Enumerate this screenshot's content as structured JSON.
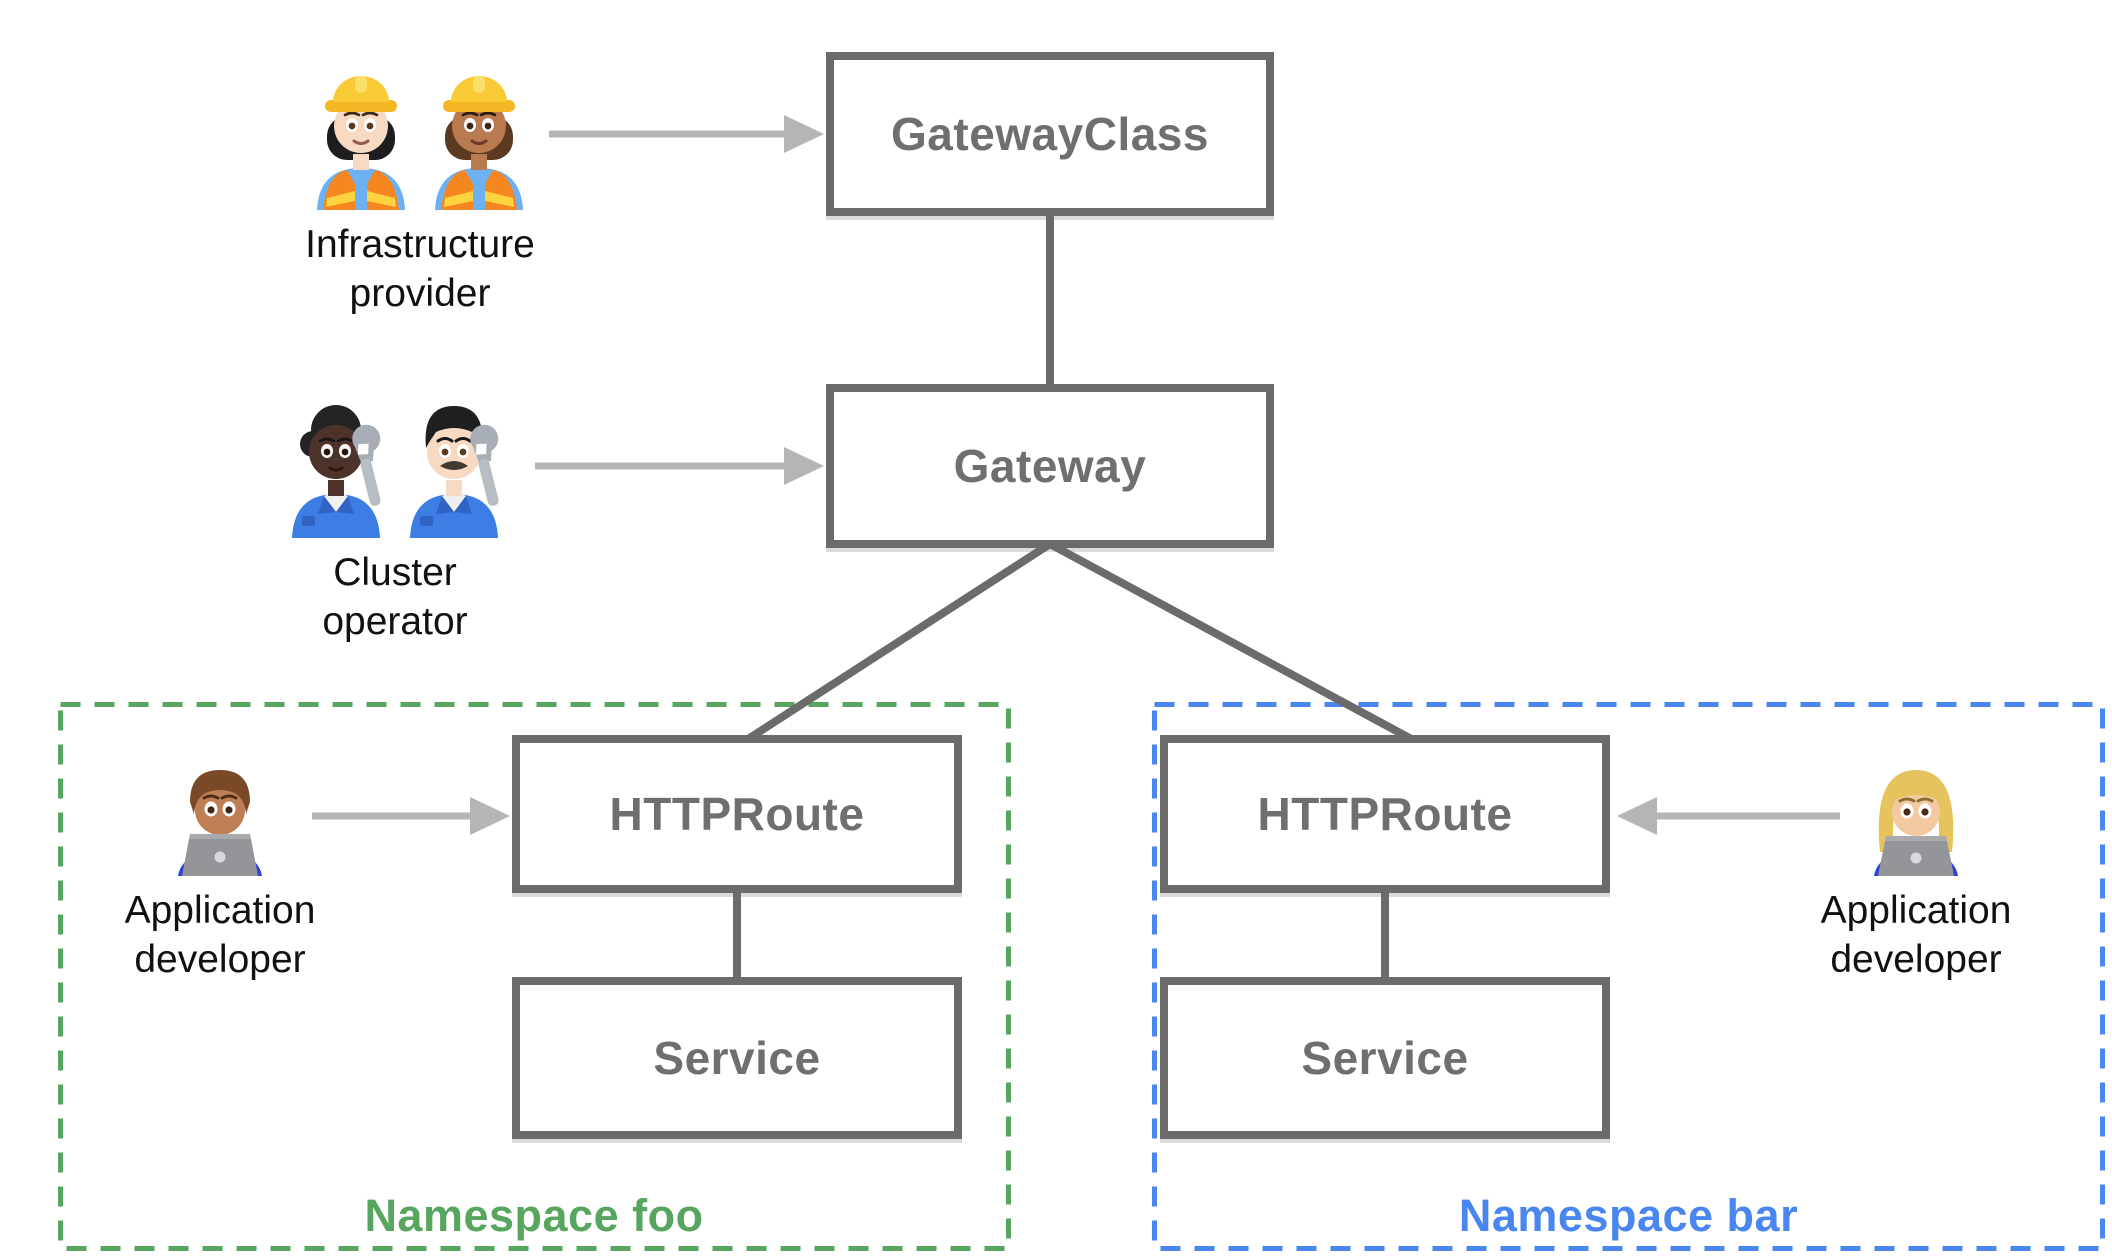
{
  "title": "Gateway API resource model diagram",
  "colors": {
    "background": "#ffffff",
    "box_border": "#6b6b6b",
    "box_text": "#6f6f6f",
    "connector": "#6b6b6b",
    "arrow": "#b5b5b5",
    "label_text": "#111111",
    "namespace_foo": "#57a55e",
    "namespace_bar": "#4a86ef"
  },
  "nodes": {
    "gateway_class": {
      "label": "GatewayClass"
    },
    "gateway": {
      "label": "Gateway"
    },
    "httproute_foo": {
      "label": "HTTPRoute"
    },
    "service_foo": {
      "label": "Service"
    },
    "httproute_bar": {
      "label": "HTTPRoute"
    },
    "service_bar": {
      "label": "Service"
    }
  },
  "personas": {
    "infrastructure_provider": {
      "label_line1": "Infrastructure",
      "label_line2": "provider",
      "icons": [
        "woman-construction-worker-light-skin-emoji",
        "woman-construction-worker-medium-skin-emoji"
      ]
    },
    "cluster_operator": {
      "label_line1": "Cluster",
      "label_line2": "operator",
      "icons": [
        "mechanic-dark-skin-emoji",
        "man-mechanic-light-skin-emoji"
      ]
    },
    "app_developer_foo": {
      "label_line1": "Application",
      "label_line2": "developer",
      "icons": [
        "man-technologist-medium-skin-emoji"
      ]
    },
    "app_developer_bar": {
      "label_line1": "Application",
      "label_line2": "developer",
      "icons": [
        "woman-technologist-blonde-emoji"
      ]
    }
  },
  "namespaces": {
    "foo": {
      "label": "Namespace foo"
    },
    "bar": {
      "label": "Namespace bar"
    }
  }
}
